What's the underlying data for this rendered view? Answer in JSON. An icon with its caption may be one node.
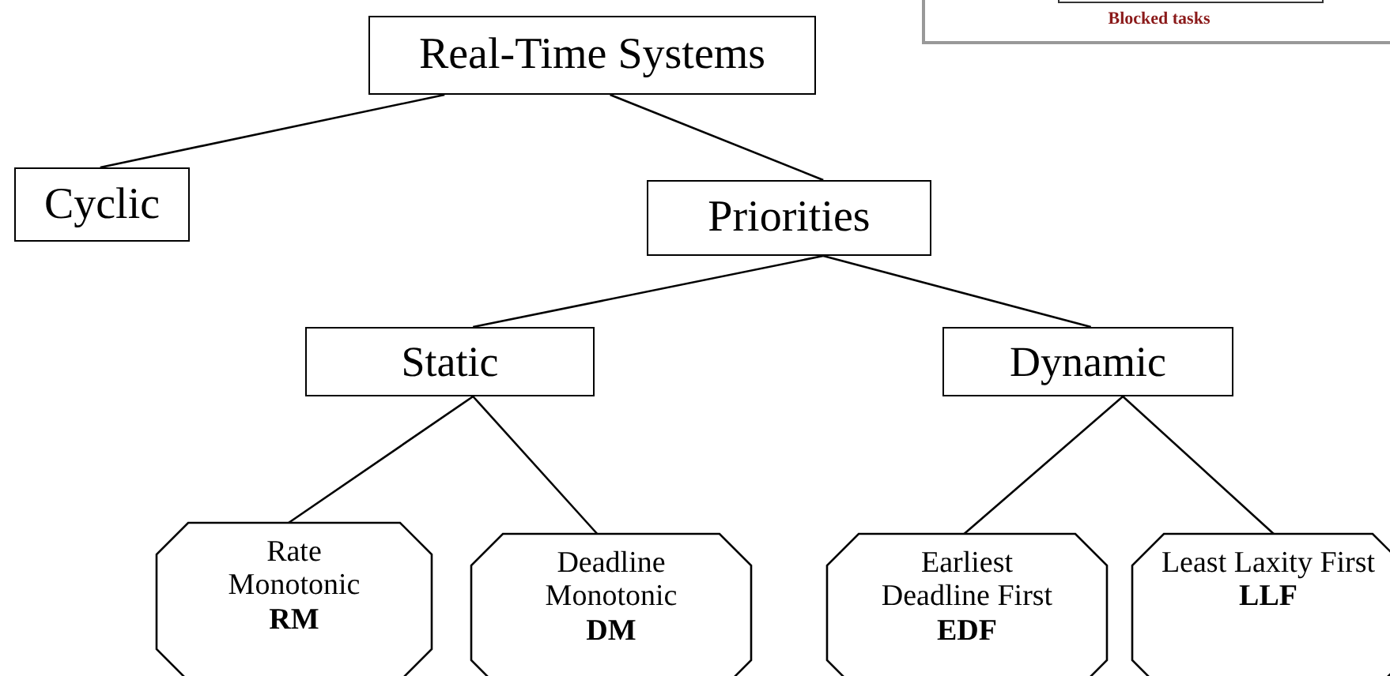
{
  "diagram": {
    "nodes": [
      {
        "text": [
          "Real-Time Systems"
        ]
      },
      {
        "text": [
          "Cyclic"
        ]
      },
      {
        "text": [
          "Priorities"
        ]
      },
      {
        "text": [
          "Static"
        ]
      },
      {
        "text": [
          "Dynamic"
        ]
      },
      {
        "text": [
          "Rate Monotonic",
          "RM"
        ]
      },
      {
        "text": [
          "Deadline Monotonic",
          "DM"
        ]
      },
      {
        "text": [
          "Earliest Deadline First",
          "EDF"
        ]
      },
      {
        "text": [
          "Least Laxity First",
          "LLF"
        ]
      }
    ],
    "edges": [
      {
        "from": 0,
        "to": 1,
        "arrow": "none"
      },
      {
        "from": 0,
        "to": 2,
        "arrow": "none"
      },
      {
        "from": 2,
        "to": 3,
        "arrow": "none"
      },
      {
        "from": 2,
        "to": 4,
        "arrow": "none"
      },
      {
        "from": 3,
        "to": 5,
        "arrow": "none"
      },
      {
        "from": 3,
        "to": 6,
        "arrow": "none"
      },
      {
        "from": 4,
        "to": 7,
        "arrow": "none"
      },
      {
        "from": 4,
        "to": 8,
        "arrow": "none"
      }
    ],
    "labels": [
      "Blocked tasks"
    ]
  }
}
